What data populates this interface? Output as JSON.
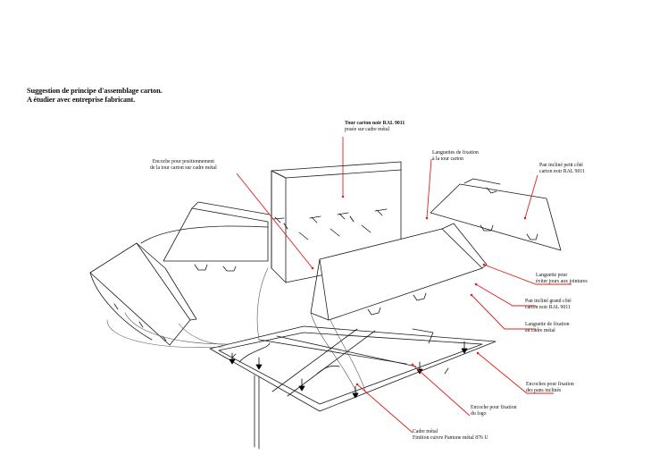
{
  "title": {
    "line1": "Suggestion de principe d'assemblage carton.",
    "line2": "A étudier avec entreprise fabricant."
  },
  "labels": {
    "tower": {
      "line1": "Tour carton noir RAL 9011",
      "line2": "posée sur cadre métal"
    },
    "notch_position": {
      "line1": "Encoche pour positionnement",
      "line2": "de la tour carton sur cadre métal"
    },
    "tabs_tower": {
      "line1": "Languettes de fixation",
      "line2": "à la tour carton"
    },
    "small_panel": {
      "line1": "Pan incliné petit côté",
      "line2": "carton noir RAL 9011"
    },
    "tab_joints": {
      "line1": "Languette pour",
      "line2": "éviter jours aux jointures"
    },
    "large_panel": {
      "line1": "Pan incliné grand côté",
      "line2": "carton noir RAL 9011"
    },
    "tab_frame": {
      "line1": "Languette de fixation",
      "line2": "au cadre métal"
    },
    "notches_panels": {
      "line1": "Encoches pour fixation",
      "line2": "des pans inclinés"
    },
    "notches_logo": {
      "line1": "Encoche pour fixation",
      "line2": "du logo"
    },
    "frame": {
      "line1": "Cadre métal",
      "line2": "Finition cuivre Pantone métal 876 U"
    }
  },
  "colors": {
    "leader": "#e0201b",
    "ink": "#1a1a1a",
    "arrow": "#000000"
  }
}
